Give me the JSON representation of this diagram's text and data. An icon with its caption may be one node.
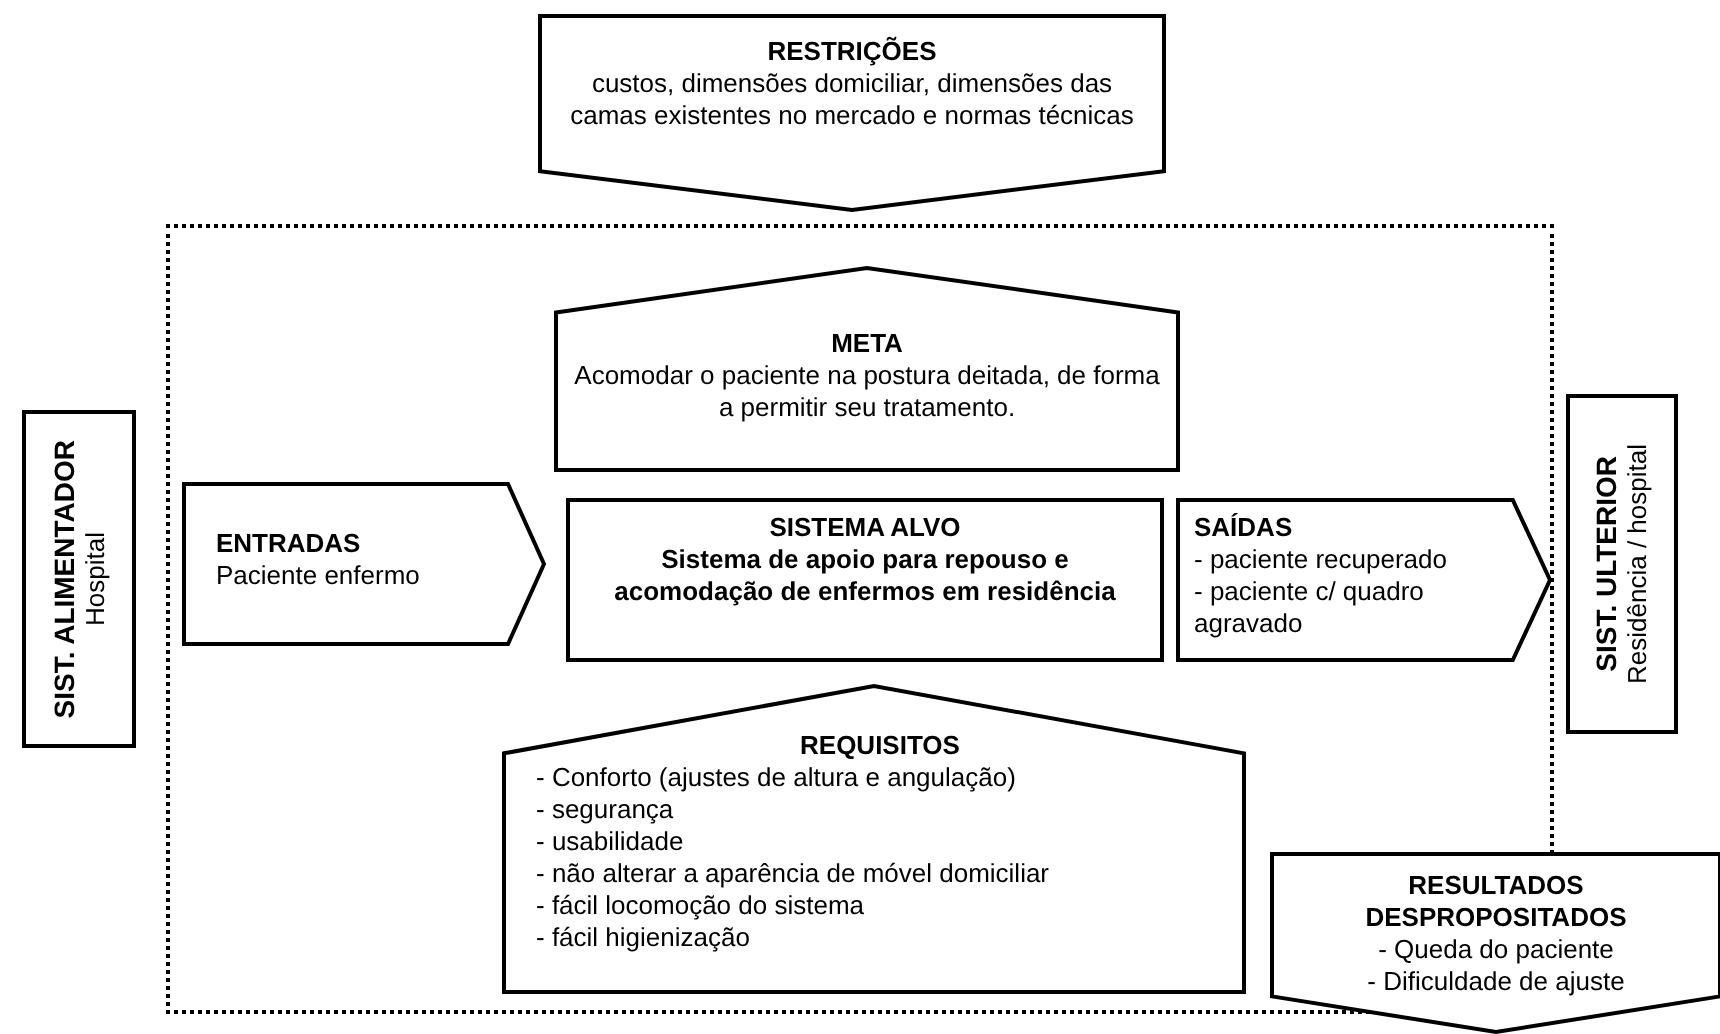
{
  "diagram": {
    "nodes": [
      {
        "text": [
          "RESTRIÇÕES",
          "custos, dimensões domiciliar, dimensões das camas existentes no mercado e normas técnicas"
        ]
      },
      {
        "text": [],
        "shape": "box"
      },
      {
        "text": [
          "META",
          "Acomodar o paciente na postura deitada, de forma a permitir seu tratamento."
        ],
        "in": 1
      },
      {
        "text": [
          "SIST. ALIMENTADOR",
          "Hospital"
        ]
      },
      {
        "text": [
          "ENTRADAS",
          "Paciente enfermo"
        ],
        "in": 1
      },
      {
        "text": [
          "SISTEMA ALVO",
          "Sistema de apoio para repouso e acomodação de enfermos em residência"
        ],
        "in": 1
      },
      {
        "text": [
          "SAÍDAS",
          "- paciente recuperado",
          "- paciente c/ quadro agravado"
        ],
        "in": 1
      },
      {
        "text": [
          "SIST. ULTERIOR",
          "Residência / hospital"
        ]
      },
      {
        "text": [
          "REQUISITOS",
          "- Conforto (ajustes de altura e angulação)",
          "- segurança",
          "- usabilidade",
          "- não alterar a aparência de móvel domiciliar",
          "- fácil locomoção do sistema",
          "- fácil higienização"
        ],
        "in": 1
      },
      {
        "text": [
          "RESULTADOS DESPROPOSITADOS",
          "- Queda do paciente",
          "- Dificuldade de ajuste"
        ]
      }
    ]
  }
}
